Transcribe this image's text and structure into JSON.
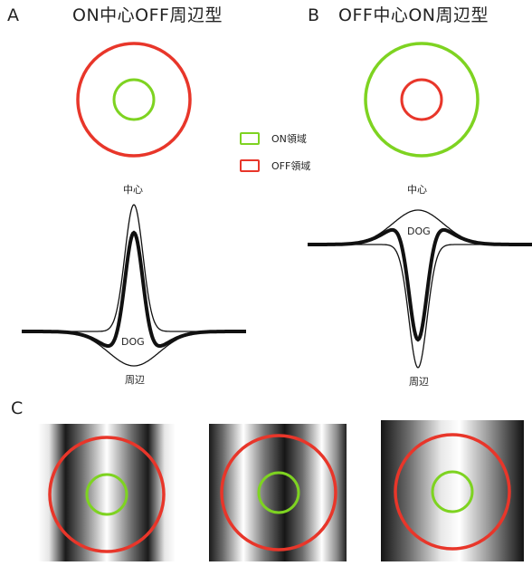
{
  "panels": {
    "a": {
      "letter": "A",
      "title": "ON中心OFF周辺型",
      "center_label": "中心",
      "surround_label": "周辺",
      "dog_label": "DOG"
    },
    "b": {
      "letter": "B",
      "title": "OFF中心ON周辺型",
      "center_label": "中心",
      "surround_label": "周辺",
      "dog_label": "DOG"
    },
    "c": {
      "letter": "C"
    }
  },
  "legend": {
    "on": {
      "label": "ON領域",
      "color": "#7ed321"
    },
    "off": {
      "label": "OFF領域",
      "color": "#e8362a"
    }
  },
  "colors": {
    "on": "#7ed321",
    "off": "#e8362a",
    "curve": "#111111"
  }
}
